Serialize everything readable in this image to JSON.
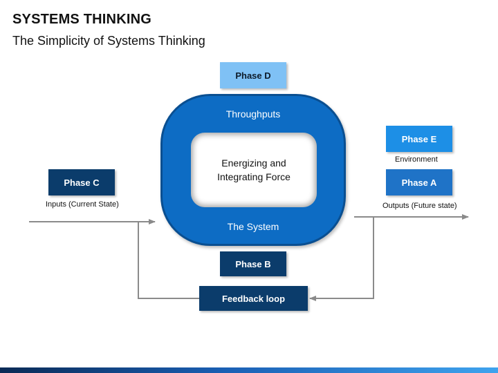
{
  "header": {
    "title": "SYSTEMS THINKING",
    "subtitle": "The Simplicity of Systems Thinking"
  },
  "system": {
    "top_label": "Throughputs",
    "center_label_line1": "Energizing and",
    "center_label_line2": "Integrating Force",
    "bottom_label": "The System"
  },
  "phases": {
    "phase_d": "Phase D",
    "phase_c": "Phase C",
    "phase_b": "Phase B",
    "phase_e": "Phase E",
    "phase_a": "Phase A",
    "feedback": "Feedback loop"
  },
  "captions": {
    "inputs": "Inputs (Current State)",
    "environment": "Environment",
    "outputs": "Outputs (Future state)"
  },
  "colors": {
    "dark_navy": "#0b3c6b",
    "system_blue": "#0d6cc4",
    "bright_blue": "#1d8fe6",
    "light_blue": "#7fc1f5",
    "arrow_gray": "#8a8a8a"
  }
}
